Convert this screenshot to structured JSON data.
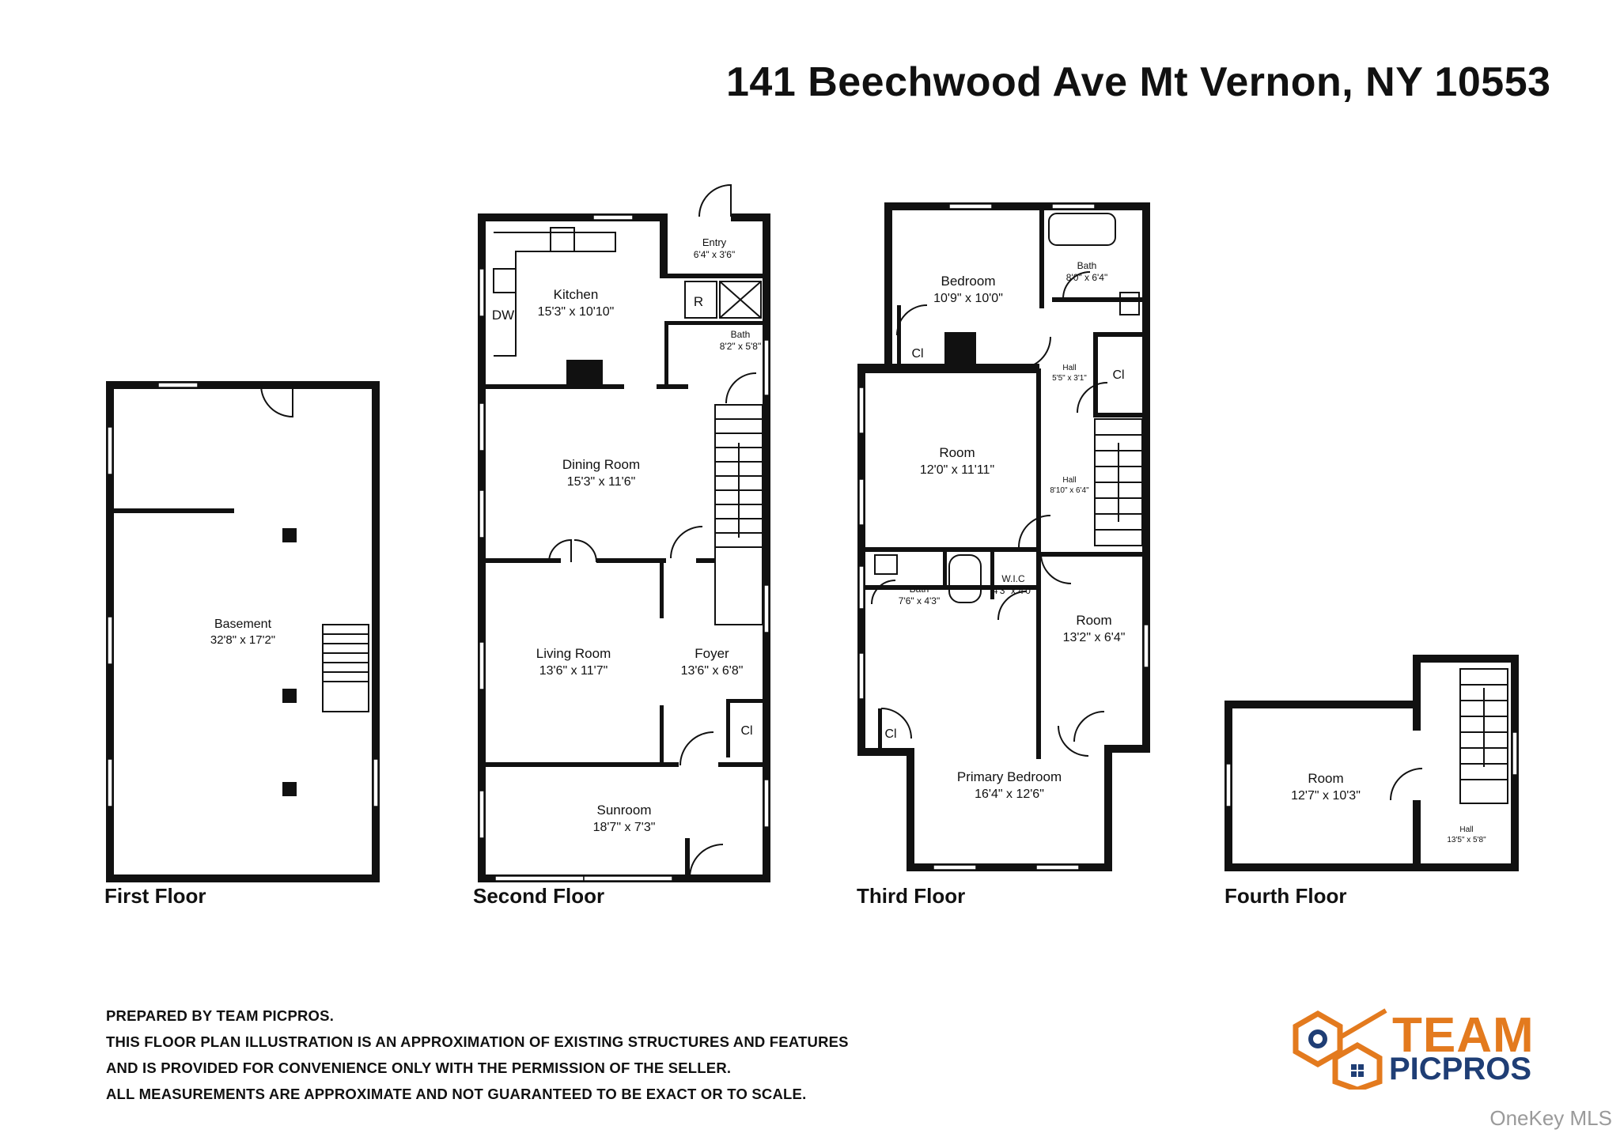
{
  "title": "141 Beechwood Ave Mt Vernon, NY 10553",
  "floors": {
    "first": "First Floor",
    "second": "Second Floor",
    "third": "Third Floor",
    "fourth": "Fourth Floor"
  },
  "rooms": {
    "basement": {
      "name": "Basement",
      "dim": "32'8\" x 17'2\""
    },
    "kitchen": {
      "name": "Kitchen",
      "dim": "15'3\" x 10'10\""
    },
    "entry": {
      "name": "Entry",
      "dim": "6'4\" x 3'6\""
    },
    "bath2": {
      "name": "Bath",
      "dim": "8'2\" x 5'8\""
    },
    "dining": {
      "name": "Dining Room",
      "dim": "15'3\" x 11'6\""
    },
    "living": {
      "name": "Living Room",
      "dim": "13'6\" x 11'7\""
    },
    "foyer": {
      "name": "Foyer",
      "dim": "13'6\" x 6'8\""
    },
    "sunroom": {
      "name": "Sunroom",
      "dim": "18'7\" x 7'3\""
    },
    "dw": "DW",
    "r": "R",
    "cl": "Cl",
    "bedroom": {
      "name": "Bedroom",
      "dim": "10'9\" x 10'0\""
    },
    "bath3a": {
      "name": "Bath",
      "dim": "8'0\" x 6'4\""
    },
    "hall3a": {
      "name": "Hall",
      "dim": "5'5\" x 3'1\""
    },
    "room3a": {
      "name": "Room",
      "dim": "12'0\" x 11'11\""
    },
    "hall3b": {
      "name": "Hall",
      "dim": "8'10\" x 6'4\""
    },
    "bath3b": {
      "name": "Bath",
      "dim": "7'6\" x 4'3\""
    },
    "wic": {
      "name": "W.I.C",
      "dim": "4'3\" x 4'0\""
    },
    "room3b": {
      "name": "Room",
      "dim": "13'2\" x 6'4\""
    },
    "primary": {
      "name": "Primary Bedroom",
      "dim": "16'4\" x 12'6\""
    },
    "room4": {
      "name": "Room",
      "dim": "12'7\" x 10'3\""
    },
    "hall4": {
      "name": "Hall",
      "dim": "13'5\" x 5'8\""
    }
  },
  "disclaimer": [
    "PREPARED BY TEAM PICPROS.",
    "THIS FLOOR PLAN ILLUSTRATION IS AN APPROXIMATION OF EXISTING STRUCTURES AND FEATURES",
    "AND IS PROVIDED FOR CONVENIENCE ONLY WITH THE PERMISSION OF THE SELLER.",
    "ALL MEASUREMENTS ARE APPROXIMATE AND NOT GUARANTEED TO BE EXACT OR TO SCALE."
  ],
  "logo": {
    "line1": "TEAM",
    "line2": "PICPROS",
    "colors": {
      "orange": "#e37a1e",
      "navy": "#1f3e75"
    }
  },
  "watermark": "OneKey MLS"
}
